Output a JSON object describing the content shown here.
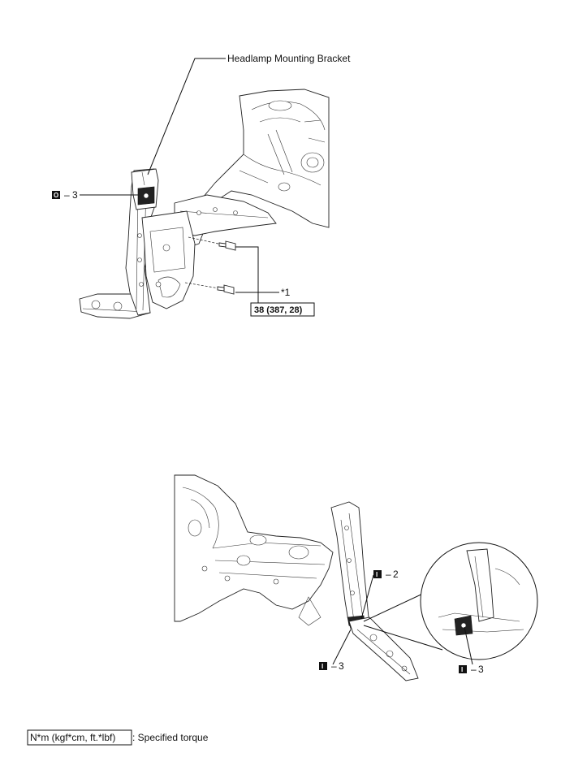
{
  "top_figure": {
    "callout_bracket": "Headlamp Mounting Bracket",
    "callout_o3_number": "3",
    "callout_star1": "*1",
    "torque": "38 (387, 28)"
  },
  "bottom_figure": {
    "callout_i2_number": "2",
    "callout_i3_left_number": "3",
    "callout_i3_right_number": "3"
  },
  "legend": {
    "unit_box": "N*m (kgf*cm, ft.*lbf)",
    "description": ": Specified torque"
  },
  "icons": {
    "o_marker": "o-marker-icon",
    "i_marker": "i-marker-icon",
    "bolt": "bolt-icon"
  }
}
